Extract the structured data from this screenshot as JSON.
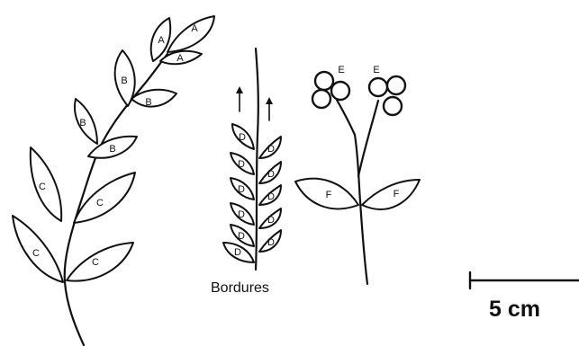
{
  "figure": {
    "labels": {
      "a": "A",
      "b": "B",
      "c": "C",
      "d": "D",
      "e": "E",
      "f": "F"
    },
    "caption": "Bordures",
    "scale_label": "5 cm"
  }
}
